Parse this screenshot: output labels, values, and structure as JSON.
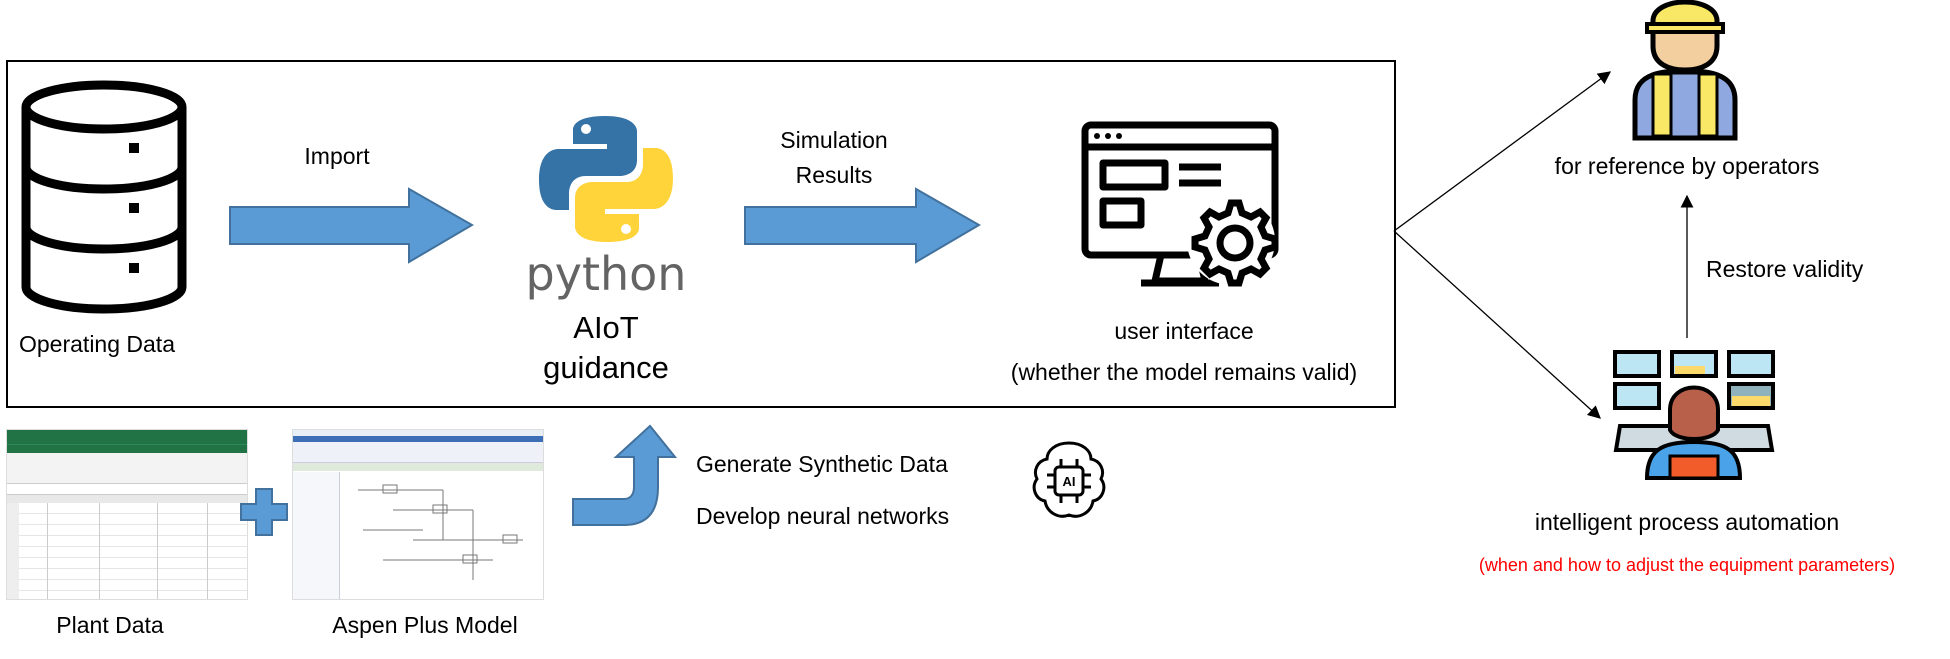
{
  "main_box": {
    "source": {
      "label": "Operating Data",
      "icon": "database-icon"
    },
    "import_label": "Import",
    "python": {
      "logo_text": "python",
      "title_line1": "AIoT",
      "title_line2": "guidance"
    },
    "results_label_line1": "Simulation",
    "results_label_line2": "Results",
    "ui": {
      "label": "user interface",
      "sublabel": "(whether the model remains valid)",
      "icon": "monitor-settings-icon"
    }
  },
  "bottom": {
    "plant_data_label": "Plant Data",
    "aspen_label": "Aspen Plus Model",
    "generate_label": "Generate Synthetic Data",
    "develop_label": "Develop neural networks",
    "ai_icon_text": "AI"
  },
  "right": {
    "operators_label": "for reference by operators",
    "restore_label": "Restore validity",
    "automation_label": "intelligent process automation",
    "automation_sublabel": "(when and how to adjust the equipment parameters)"
  },
  "colors": {
    "arrow_fill": "#5b9bd5",
    "arrow_stroke": "#41719c",
    "red_text": "#ff0000",
    "excel_green": "#217346"
  }
}
